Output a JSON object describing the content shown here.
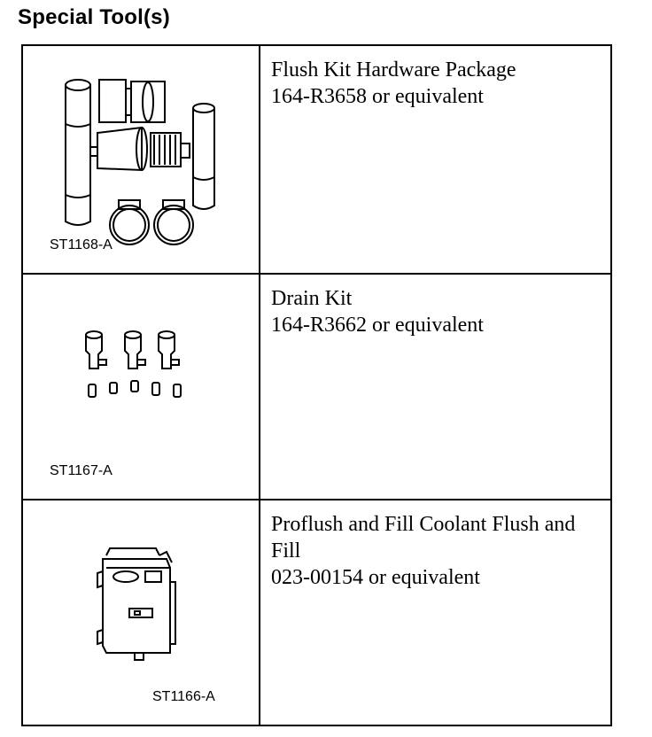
{
  "page": {
    "heading": "Special Tool(s)"
  },
  "tools": [
    {
      "figure_code": "ST1168-A",
      "illustration": "flush-kit-hardware-illustration",
      "name": "Flush Kit Hardware Package",
      "part_number": "164-R3658 or equivalent"
    },
    {
      "figure_code": "ST1167-A",
      "illustration": "drain-kit-illustration",
      "name": "Drain Kit",
      "part_number": "164-R3662 or equivalent"
    },
    {
      "figure_code": "ST1166-A",
      "illustration": "coolant-flush-machine-illustration",
      "name": "Proflush and Fill Coolant Flush and Fill",
      "part_number": "023-00154 or equivalent"
    }
  ]
}
